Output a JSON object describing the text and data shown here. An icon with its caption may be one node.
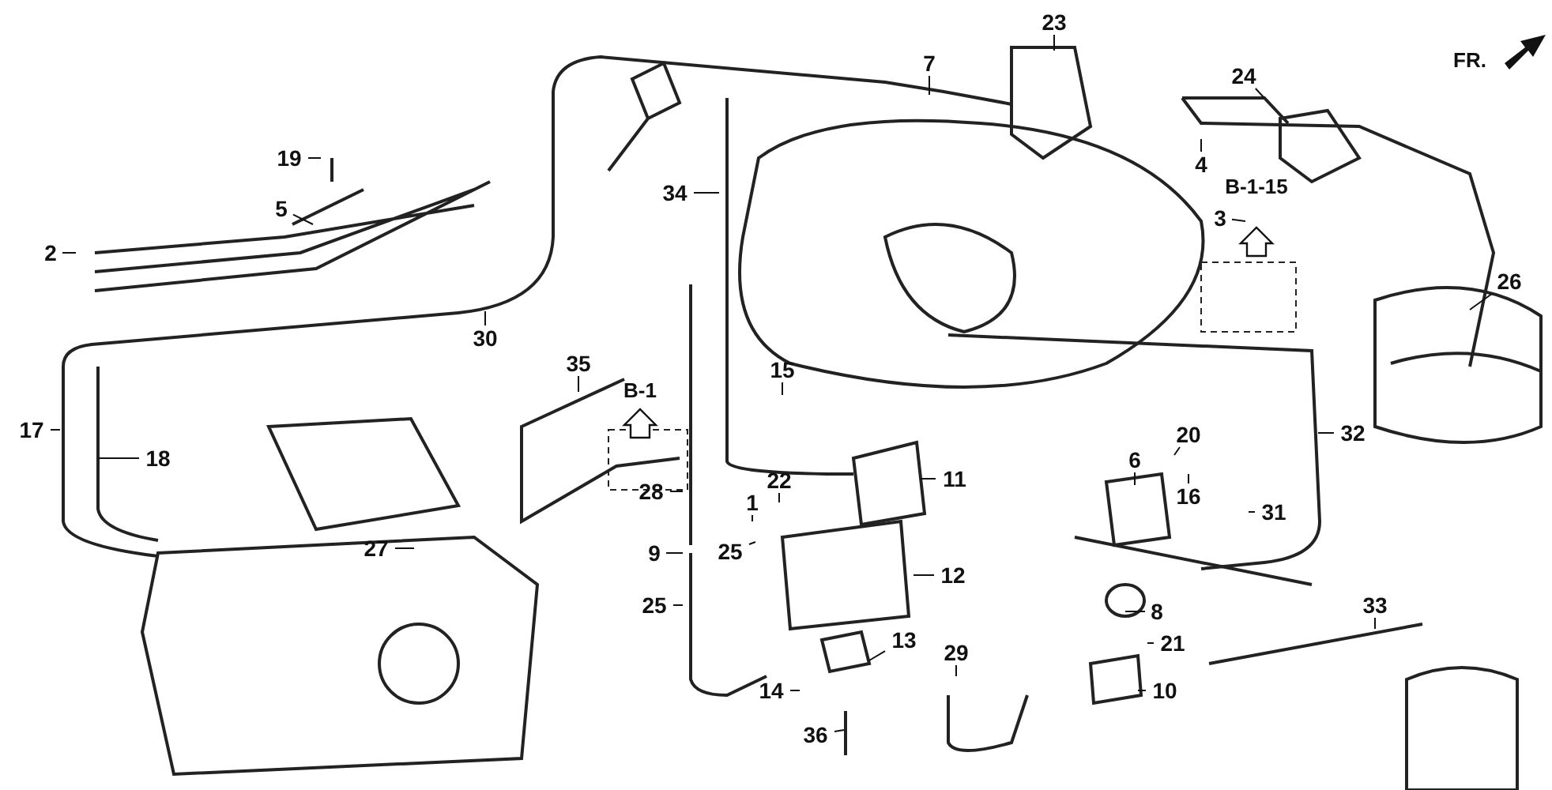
{
  "diagram": {
    "nodes": [
      {
        "text": [
          "23"
        ]
      },
      {
        "text": [
          "24"
        ]
      },
      {
        "text": [
          "7"
        ]
      },
      {
        "text": [
          "19"
        ]
      },
      {
        "text": [
          "4"
        ]
      },
      {
        "text": [
          "34"
        ]
      },
      {
        "text": [
          "5"
        ]
      },
      {
        "text": [
          "3"
        ]
      },
      {
        "text": [
          "2"
        ]
      },
      {
        "text": [
          "26"
        ]
      },
      {
        "text": [
          "30"
        ]
      },
      {
        "text": [
          "35"
        ]
      },
      {
        "text": [
          "15"
        ]
      },
      {
        "text": [
          "17"
        ]
      },
      {
        "text": [
          "20"
        ]
      },
      {
        "text": [
          "32"
        ]
      },
      {
        "text": [
          "18"
        ]
      },
      {
        "text": [
          "6"
        ]
      },
      {
        "text": [
          "11"
        ]
      },
      {
        "text": [
          "22"
        ]
      },
      {
        "text": [
          "16"
        ]
      },
      {
        "text": [
          "28"
        ]
      },
      {
        "text": [
          "1"
        ]
      },
      {
        "text": [
          "31"
        ]
      },
      {
        "text": [
          "27"
        ]
      },
      {
        "text": [
          "25"
        ]
      },
      {
        "text": [
          "9"
        ]
      },
      {
        "text": [
          "12"
        ]
      },
      {
        "text": [
          "25"
        ]
      },
      {
        "text": [
          "33"
        ]
      },
      {
        "text": [
          "8"
        ]
      },
      {
        "text": [
          "13"
        ]
      },
      {
        "text": [
          "21"
        ]
      },
      {
        "text": [
          "29"
        ]
      },
      {
        "text": [
          "10"
        ]
      },
      {
        "text": [
          "14"
        ]
      },
      {
        "text": [
          "36"
        ]
      }
    ],
    "edges": [
      {
        "from": 0,
        "to": null,
        "arrow": "none"
      },
      {
        "from": 1,
        "to": null,
        "arrow": "none"
      },
      {
        "from": 2,
        "to": null,
        "arrow": "none"
      },
      {
        "from": 3,
        "to": null,
        "arrow": "none"
      },
      {
        "from": 4,
        "to": null,
        "arrow": "none"
      },
      {
        "from": 5,
        "to": null,
        "arrow": "none"
      },
      {
        "from": 6,
        "to": null,
        "arrow": "none"
      },
      {
        "from": 7,
        "to": null,
        "arrow": "none"
      },
      {
        "from": 8,
        "to": null,
        "arrow": "none"
      },
      {
        "from": 9,
        "to": null,
        "arrow": "none"
      },
      {
        "from": 10,
        "to": null,
        "arrow": "none"
      },
      {
        "from": 11,
        "to": null,
        "arrow": "none"
      },
      {
        "from": 12,
        "to": null,
        "arrow": "none"
      },
      {
        "from": 13,
        "to": null,
        "arrow": "none"
      },
      {
        "from": 14,
        "to": null,
        "arrow": "none"
      },
      {
        "from": 15,
        "to": null,
        "arrow": "none"
      },
      {
        "from": 16,
        "to": null,
        "arrow": "none"
      },
      {
        "from": 17,
        "to": null,
        "arrow": "none"
      },
      {
        "from": 18,
        "to": null,
        "arrow": "none"
      },
      {
        "from": 19,
        "to": null,
        "arrow": "none"
      },
      {
        "from": 20,
        "to": null,
        "arrow": "none"
      },
      {
        "from": 21,
        "to": null,
        "arrow": "none"
      },
      {
        "from": 22,
        "to": null,
        "arrow": "none"
      },
      {
        "from": 23,
        "to": null,
        "arrow": "none"
      },
      {
        "from": 24,
        "to": null,
        "arrow": "none"
      },
      {
        "from": 25,
        "to": null,
        "arrow": "none"
      },
      {
        "from": 26,
        "to": null,
        "arrow": "none"
      },
      {
        "from": 27,
        "to": null,
        "arrow": "none"
      },
      {
        "from": 28,
        "to": null,
        "arrow": "none"
      },
      {
        "from": 29,
        "to": null,
        "arrow": "none"
      },
      {
        "from": 30,
        "to": null,
        "arrow": "none"
      },
      {
        "from": 31,
        "to": null,
        "arrow": "none"
      },
      {
        "from": 32,
        "to": null,
        "arrow": "none"
      },
      {
        "from": 33,
        "to": null,
        "arrow": "none"
      },
      {
        "from": 34,
        "to": null,
        "arrow": "none"
      },
      {
        "from": 35,
        "to": null,
        "arrow": "none"
      },
      {
        "from": 36,
        "to": null,
        "arrow": "none"
      }
    ],
    "labels": [
      "FR.",
      "B-1-15",
      "B-1"
    ]
  }
}
